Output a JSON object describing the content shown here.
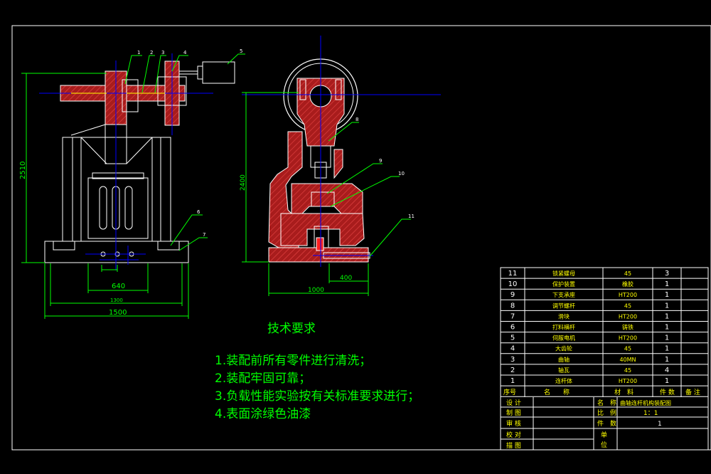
{
  "colors": {
    "background": "#000000",
    "frame": "#ffffff",
    "outline": "#ffffff",
    "dimension": "#00ff00",
    "centerline": "#0000ff",
    "section_fill": "#b02020",
    "leader": "#00ff00",
    "highlight": "#ffff00",
    "text": "#ffffff",
    "table_text": "#ffff00"
  },
  "callouts": [
    "1",
    "2",
    "3",
    "4",
    "5",
    "6",
    "7",
    "8",
    "9",
    "10",
    "11"
  ],
  "dimensions": {
    "height_left": "2510",
    "height_right": "2400",
    "width_640": "640",
    "width_1300": "1300",
    "width_1500": "1500",
    "width_400": "400",
    "width_1000": "1000"
  },
  "notes": {
    "title": "技术要求",
    "items": [
      "1.装配前所有零件进行清洗；",
      "2.装配牢固可靠；",
      "3.负载性能实验按有关标准要求进行；",
      "4.表面涂绿色油漆"
    ]
  },
  "bom": {
    "header": [
      "序号",
      "名　　称",
      "材　料",
      "件 数",
      "备 注"
    ],
    "rows": [
      {
        "no": "11",
        "name": "锁紧螺母",
        "material": "45",
        "qty": "3"
      },
      {
        "no": "10",
        "name": "保护装置",
        "material": "橡胶",
        "qty": "1"
      },
      {
        "no": "9",
        "name": "下支承座",
        "material": "HT200",
        "qty": "1"
      },
      {
        "no": "8",
        "name": "调节螺杆",
        "material": "45",
        "qty": "1"
      },
      {
        "no": "7",
        "name": "滑块",
        "material": "HT200",
        "qty": "1"
      },
      {
        "no": "6",
        "name": "打料横杆",
        "material": "铸铁",
        "qty": "1"
      },
      {
        "no": "5",
        "name": "伺服电机",
        "material": "HT200",
        "qty": "1"
      },
      {
        "no": "4",
        "name": "大齿轮",
        "material": "45",
        "qty": "1"
      },
      {
        "no": "3",
        "name": "曲轴",
        "material": "40MN",
        "qty": "1"
      },
      {
        "no": "2",
        "name": "轴瓦",
        "material": "45",
        "qty": "4"
      },
      {
        "no": "1",
        "name": "连杆体",
        "material": "HT200",
        "qty": "1"
      }
    ]
  },
  "title_block": {
    "design": "设 计",
    "draw": "制 图",
    "review": "审 核",
    "check": "校 对",
    "trace": "描 图",
    "name_label": "名　称",
    "name_value": "曲轴连杆机构装配图",
    "scale_label": "比　例",
    "scale_value": "1：1",
    "qty_label": "件　数",
    "qty_value": "1",
    "unit_label_1": "单",
    "unit_label_2": "位"
  }
}
